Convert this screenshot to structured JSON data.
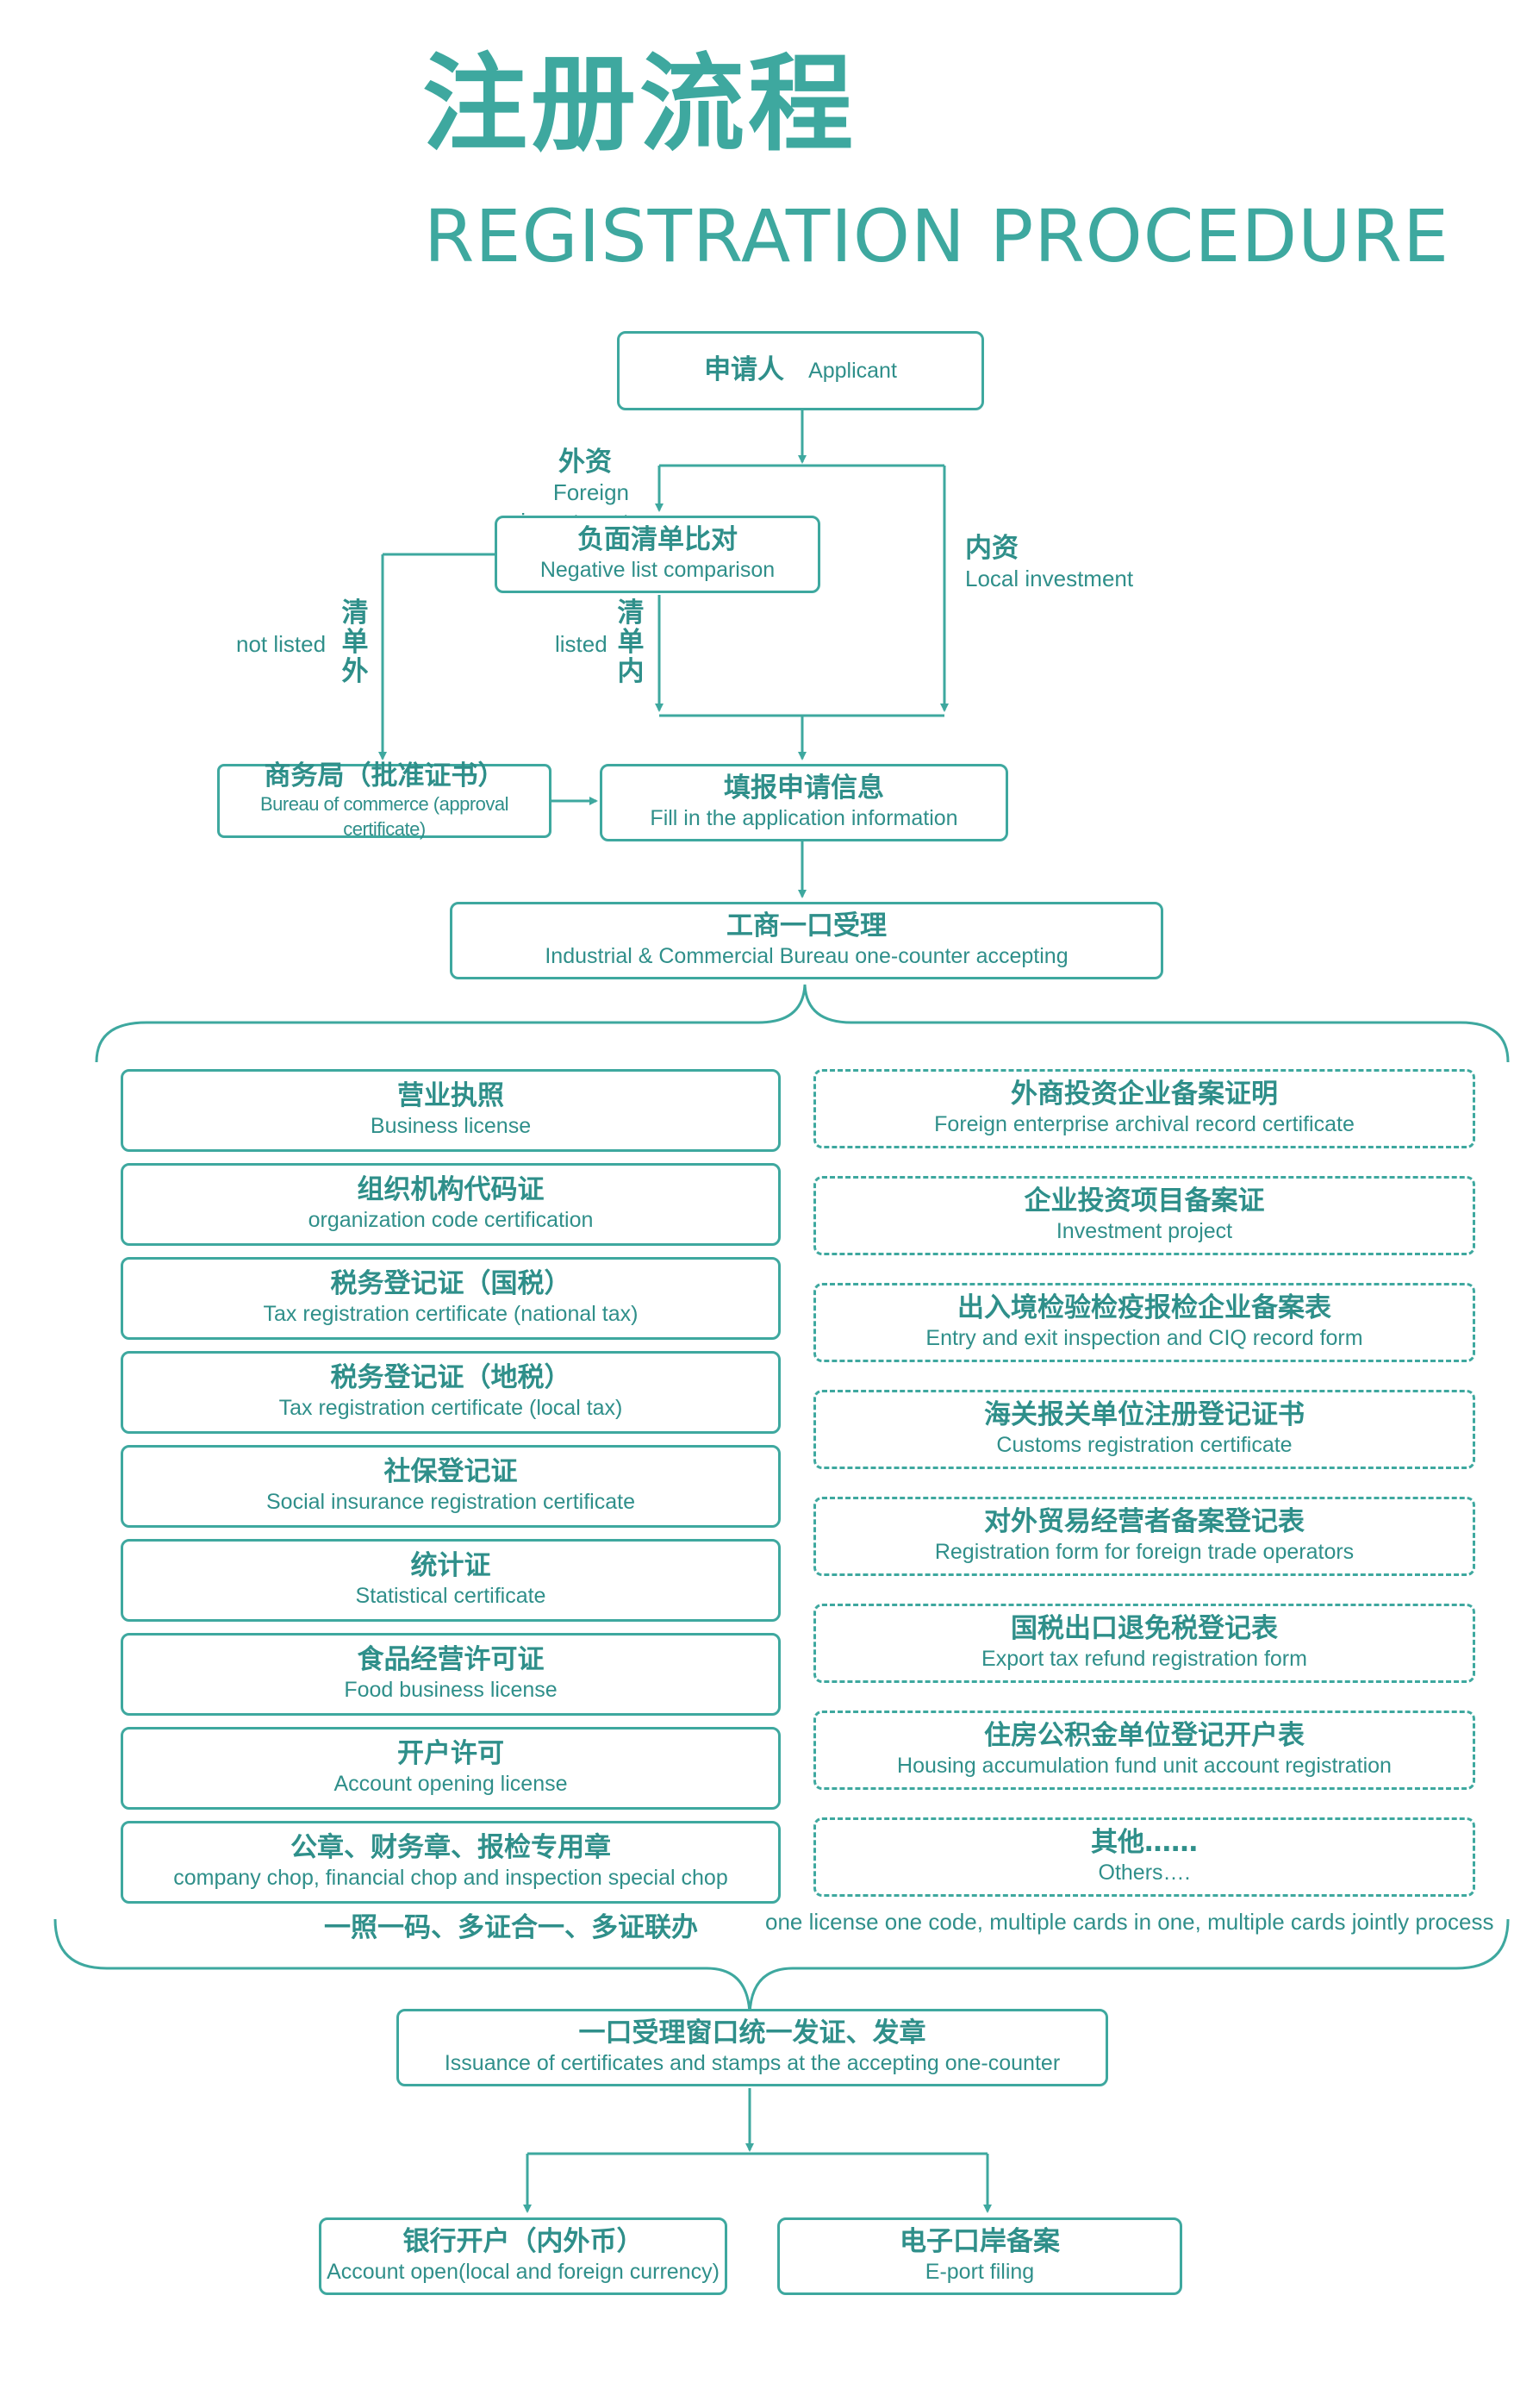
{
  "title": {
    "cn": "注册流程",
    "en": "REGISTRATION PROCEDURE"
  },
  "flow": {
    "applicant": {
      "cn": "申请人",
      "en": "Applicant"
    },
    "foreign": {
      "cn": "外资",
      "en": "Foreign investment"
    },
    "local": {
      "cn": "内资",
      "en": "Local investment"
    },
    "negative": {
      "cn": "负面清单比对",
      "en": "Negative list comparison"
    },
    "not_listed": {
      "en": "not listed",
      "cn": [
        "清",
        "单",
        "外"
      ]
    },
    "listed": {
      "en": "listed",
      "cn": [
        "清",
        "单",
        "内"
      ]
    },
    "commerce": {
      "cn": "商务局（批准证书）",
      "en": "Bureau of commerce (approval certificate)"
    },
    "fill": {
      "cn": "填报申请信息",
      "en": "Fill in the application information"
    },
    "accept": {
      "cn": "工商一口受理",
      "en": "Industrial & Commercial Bureau one-counter accepting"
    }
  },
  "left_items": [
    {
      "cn": "营业执照",
      "en": "Business license"
    },
    {
      "cn": "组织机构代码证",
      "en": "organization code certification"
    },
    {
      "cn": "税务登记证（国税）",
      "en": "Tax registration certificate (national tax)"
    },
    {
      "cn": "税务登记证（地税）",
      "en": "Tax registration certificate (local tax)"
    },
    {
      "cn": "社保登记证",
      "en": "Social insurance registration certificate"
    },
    {
      "cn": "统计证",
      "en": "Statistical certificate"
    },
    {
      "cn": "食品经营许可证",
      "en": "Food business license"
    },
    {
      "cn": "开户许可",
      "en": "Account opening license"
    },
    {
      "cn": "公章、财务章、报检专用章",
      "en": "company chop, financial chop and inspection special chop"
    }
  ],
  "right_items": [
    {
      "cn": "外商投资企业备案证明",
      "en": "Foreign enterprise archival record certificate"
    },
    {
      "cn": "企业投资项目备案证",
      "en": "Investment project"
    },
    {
      "cn": "出入境检验检疫报检企业备案表",
      "en": "Entry and exit inspection and CIQ record form"
    },
    {
      "cn": "海关报关单位注册登记证书",
      "en": "Customs registration certificate"
    },
    {
      "cn": "对外贸易经营者备案登记表",
      "en": "Registration form for foreign trade operators"
    },
    {
      "cn": "国税出口退免税登记表",
      "en": "Export tax refund registration form"
    },
    {
      "cn": "住房公积金单位登记开户表",
      "en": "Housing accumulation fund unit account registration"
    },
    {
      "cn": "其他……",
      "en": "Others…."
    }
  ],
  "note": {
    "cn": "一照一码、多证合一、多证联办",
    "en": "one license one code, multiple cards in one, multiple cards jointly process"
  },
  "issuance": {
    "cn": "一口受理窗口统一发证、发章",
    "en": "Issuance of certificates and stamps at the accepting one-counter"
  },
  "bank": {
    "cn": "银行开户（内外币）",
    "en": "Account open(local and foreign currency)"
  },
  "eport": {
    "cn": "电子口岸备案",
    "en": "E-port filing"
  },
  "colors": {
    "accent": "#3ea89f",
    "text": "#2f8f8a"
  }
}
